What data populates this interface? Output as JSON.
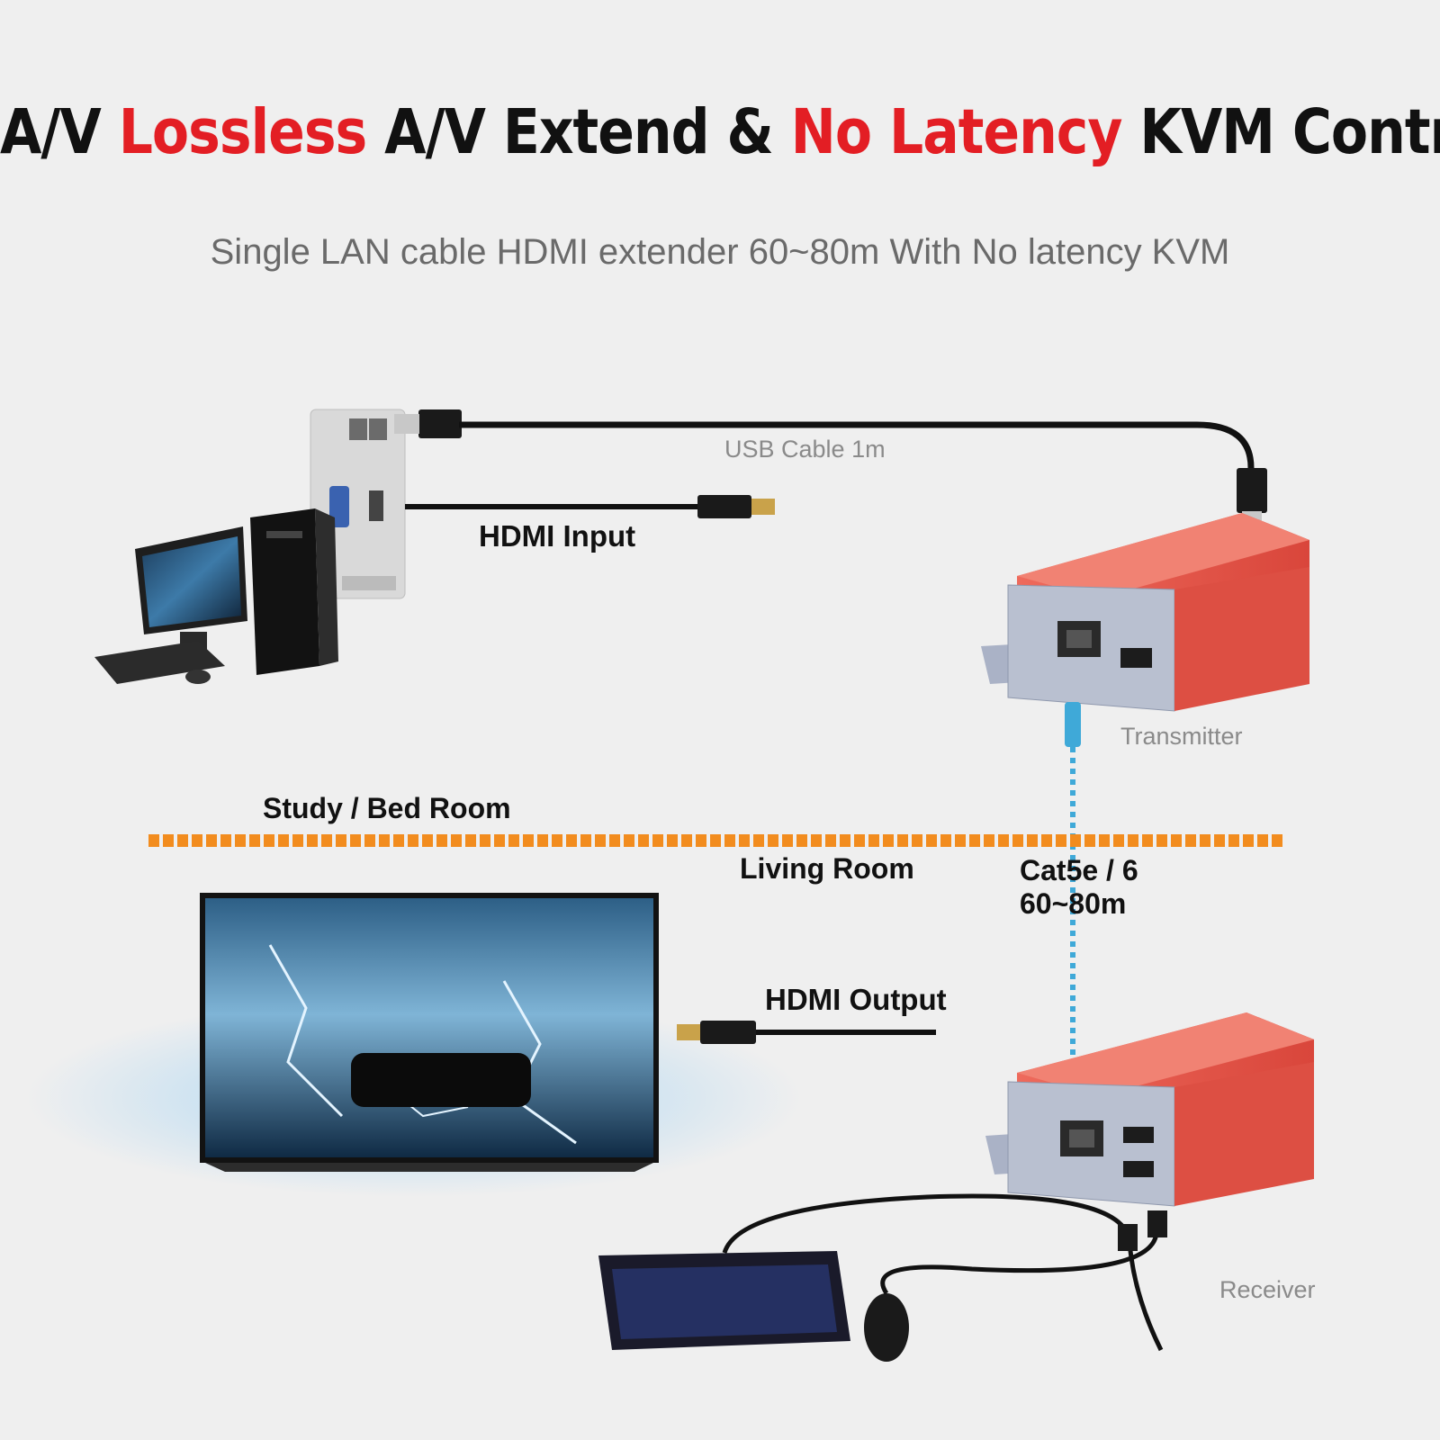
{
  "title": {
    "part1": "A/V ",
    "part2": "Lossless",
    "part3": " A/V Extend & ",
    "part4": "No Latency",
    "part5": " KVM Control"
  },
  "subtitle": "Single LAN cable HDMI extender 60~80m With No latency KVM",
  "labels": {
    "usb_cable": "USB Cable 1m",
    "hdmi_input": "HDMI Input",
    "transmitter": "Transmitter",
    "study_room": "Study / Bed Room",
    "living_room": "Living Room",
    "cable_type": "Cat5e / 6",
    "cable_length": "60~80m",
    "hdmi_output": "HDMI Output",
    "receiver": "Receiver"
  },
  "colors": {
    "accent_red": "#e31e24",
    "divider_orange": "#f28c1e",
    "device_red": "#e8574c",
    "lan_blue": "#3fa9d8"
  }
}
